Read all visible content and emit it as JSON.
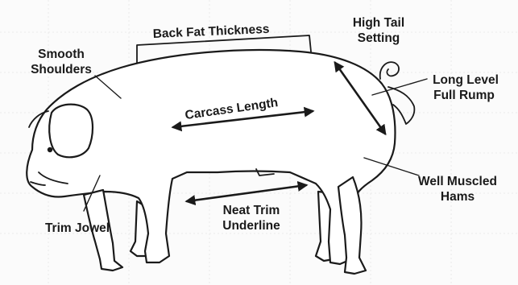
{
  "labels": {
    "back_fat_thickness": "Back Fat Thickness",
    "high_tail_setting_1": "High Tail",
    "high_tail_setting_2": "Setting",
    "smooth_shoulders_1": "Smooth",
    "smooth_shoulders_2": "Shoulders",
    "long_level_full_rump_1": "Long Level",
    "long_level_full_rump_2": "Full Rump",
    "carcass_length": "Carcass Length",
    "well_muscled_hams_1": "Well Muscled",
    "well_muscled_hams_2": "Hams",
    "neat_trim_underline_1": "Neat Trim",
    "neat_trim_underline_2": "Underline",
    "trim_jowel": "Trim Jowel"
  }
}
